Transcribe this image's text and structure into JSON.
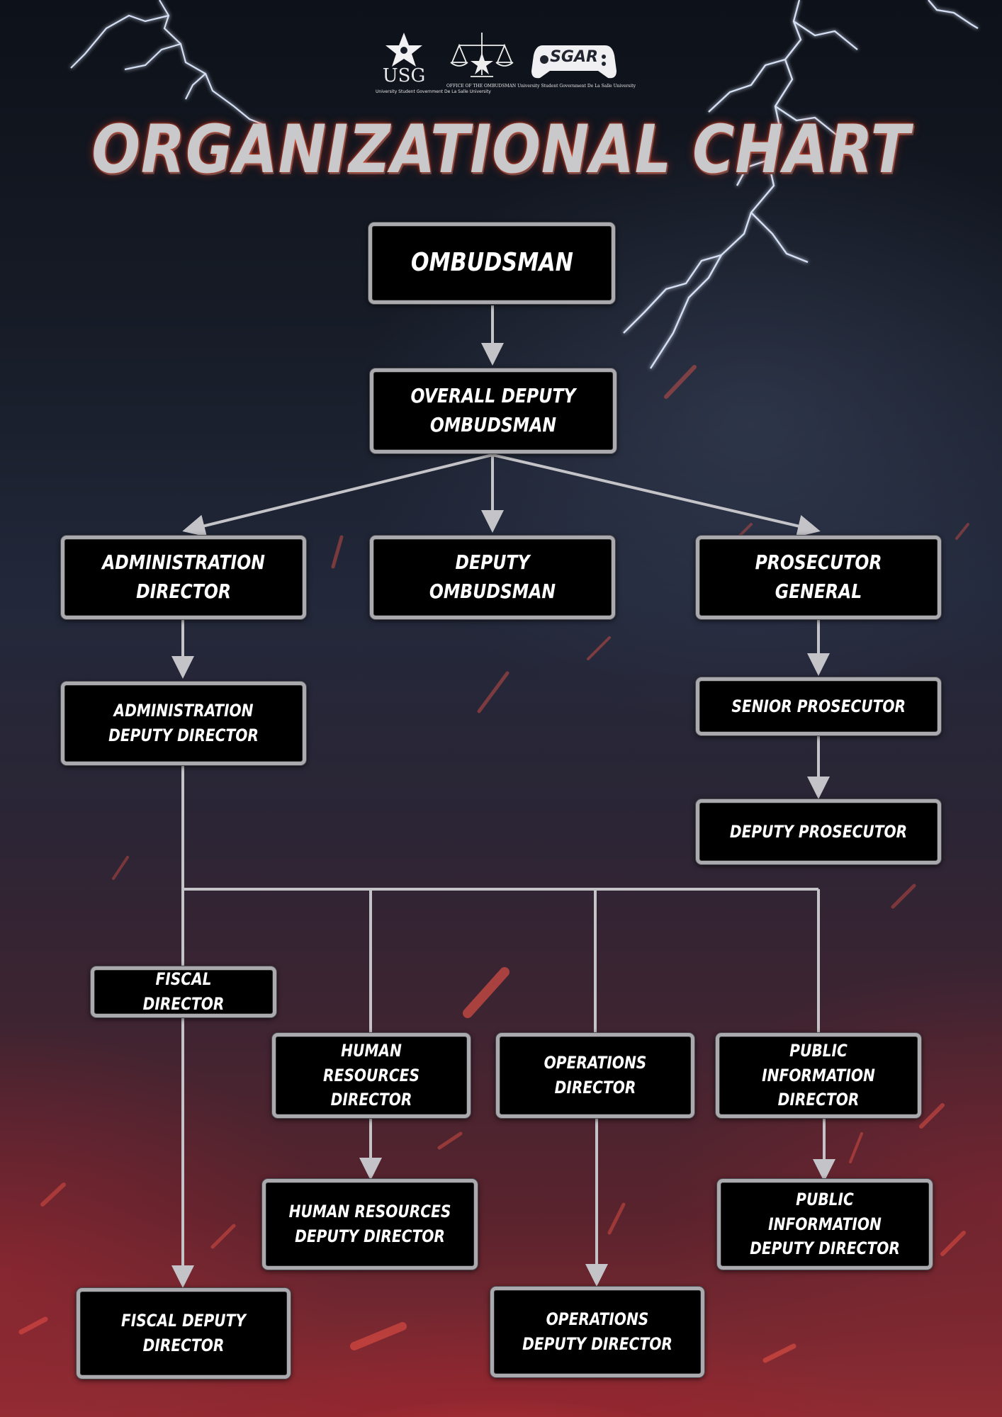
{
  "title": "ORGANIZATIONAL CHART",
  "logos": [
    {
      "name": "usg-star-icon",
      "mark": "USG",
      "caption": "University Student Government De La Salle University"
    },
    {
      "name": "scales-of-justice-icon",
      "caption": "OFFICE OF THE OMBUDSMAN University Student Government De La Salle University"
    },
    {
      "name": "game-controller-icon",
      "mark": "SGAR"
    }
  ],
  "colors": {
    "node_fill": "#000000",
    "node_border": "#a9a9ae",
    "connector": "#c4c4c8",
    "background_top": "#0d1119",
    "background_bottom": "#8f2c33",
    "title_glow": "#ff5028"
  },
  "nodes": {
    "ombudsman": "OMBUDSMAN",
    "overall_deputy_ombudsman": "OVERALL DEPUTY OMBUDSMAN",
    "administration_director": "ADMINISTRATION DIRECTOR",
    "deputy_ombudsman": "DEPUTY OMBUDSMAN",
    "prosecutor_general": "PROSECUTOR GENERAL",
    "administration_deputy_director": "ADMINISTRATION DEPUTY DIRECTOR",
    "senior_prosecutor": "SENIOR PROSECUTOR",
    "deputy_prosecutor": "DEPUTY PROSECUTOR",
    "fiscal_director": "FISCAL DIRECTOR",
    "human_resources_director": "HUMAN RESOURCES DIRECTOR",
    "operations_director": "OPERATIONS DIRECTOR",
    "public_information_director": "PUBLIC INFORMATION DIRECTOR",
    "human_resources_deputy_director": "HUMAN RESOURCES DEPUTY DIRECTOR",
    "public_information_deputy_director": "PUBLIC INFORMATION DEPUTY DIRECTOR",
    "fiscal_deputy_director": "FISCAL DEPUTY DIRECTOR",
    "operations_deputy_director": "OPERATIONS DEPUTY DIRECTOR"
  },
  "edges": [
    [
      "ombudsman",
      "overall_deputy_ombudsman"
    ],
    [
      "overall_deputy_ombudsman",
      "administration_director"
    ],
    [
      "overall_deputy_ombudsman",
      "deputy_ombudsman"
    ],
    [
      "overall_deputy_ombudsman",
      "prosecutor_general"
    ],
    [
      "administration_director",
      "administration_deputy_director"
    ],
    [
      "prosecutor_general",
      "senior_prosecutor"
    ],
    [
      "senior_prosecutor",
      "deputy_prosecutor"
    ],
    [
      "administration_deputy_director",
      "fiscal_director"
    ],
    [
      "administration_deputy_director",
      "human_resources_director"
    ],
    [
      "administration_deputy_director",
      "operations_director"
    ],
    [
      "administration_deputy_director",
      "public_information_director"
    ],
    [
      "fiscal_director",
      "fiscal_deputy_director"
    ],
    [
      "human_resources_director",
      "human_resources_deputy_director"
    ],
    [
      "operations_director",
      "operations_deputy_director"
    ],
    [
      "public_information_director",
      "public_information_deputy_director"
    ]
  ]
}
